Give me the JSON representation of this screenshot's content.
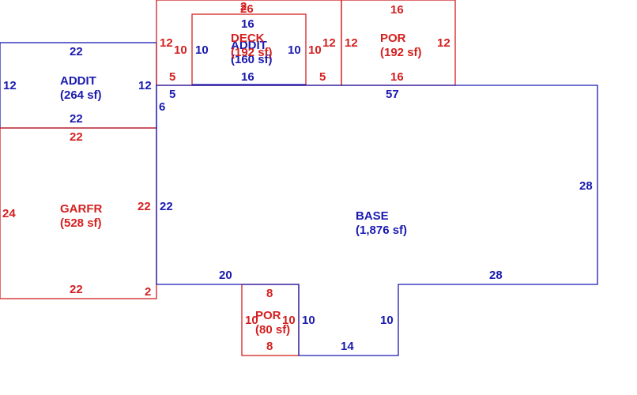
{
  "colors": {
    "blue": "#1a1ab0",
    "red": "#d42020"
  },
  "areas": {
    "base": {
      "name": "BASE",
      "area": "(1,876 sf)",
      "color": "blue"
    },
    "addit_w": {
      "name": "ADDIT",
      "area": "(264 sf)",
      "color": "blue"
    },
    "addit_n": {
      "name": "ADDIT",
      "area": "(160 sf)",
      "color": "blue"
    },
    "garfr": {
      "name": "GARFR",
      "area": "(528 sf)",
      "color": "red"
    },
    "deck": {
      "name": "DECK",
      "area": "(192 sf)",
      "color": "red"
    },
    "por_ne": {
      "name": "POR",
      "area": "(192 sf)",
      "color": "red"
    },
    "por_s": {
      "name": "POR",
      "area": "(80 sf)",
      "color": "red"
    }
  },
  "dims": {
    "base_right": "28",
    "base_top": "57",
    "base_bottom_right": "28",
    "base_bottom_left": "20",
    "base_left": "22",
    "base_notch_bottom": "14",
    "base_notch_left": "10",
    "base_notch_right": "10",
    "base_left_upper": "6",
    "base_step": "5",
    "addit_w_top": "22",
    "addit_w_bottom": "22",
    "addit_w_left": "12",
    "addit_w_right": "12",
    "garfr_top": "22",
    "garfr_bottom": "22",
    "garfr_left": "24",
    "garfr_right": "22",
    "garfr_corner": "2",
    "addit_n_top": "16",
    "addit_n_bottom": "16",
    "addit_n_left": "10",
    "addit_n_right": "10",
    "deck_top": "26",
    "deck_top_overlap": "2",
    "deck_left": "12",
    "deck_right": "12",
    "deck_inner_left": "10",
    "deck_inner_right": "10",
    "deck_step_left": "5",
    "deck_step_right": "5",
    "por_ne_top": "16",
    "por_ne_bottom": "16",
    "por_ne_left": "12",
    "por_ne_right": "12",
    "por_s_top": "8",
    "por_s_bottom": "8",
    "por_s_left": "10",
    "por_s_right": "10"
  }
}
